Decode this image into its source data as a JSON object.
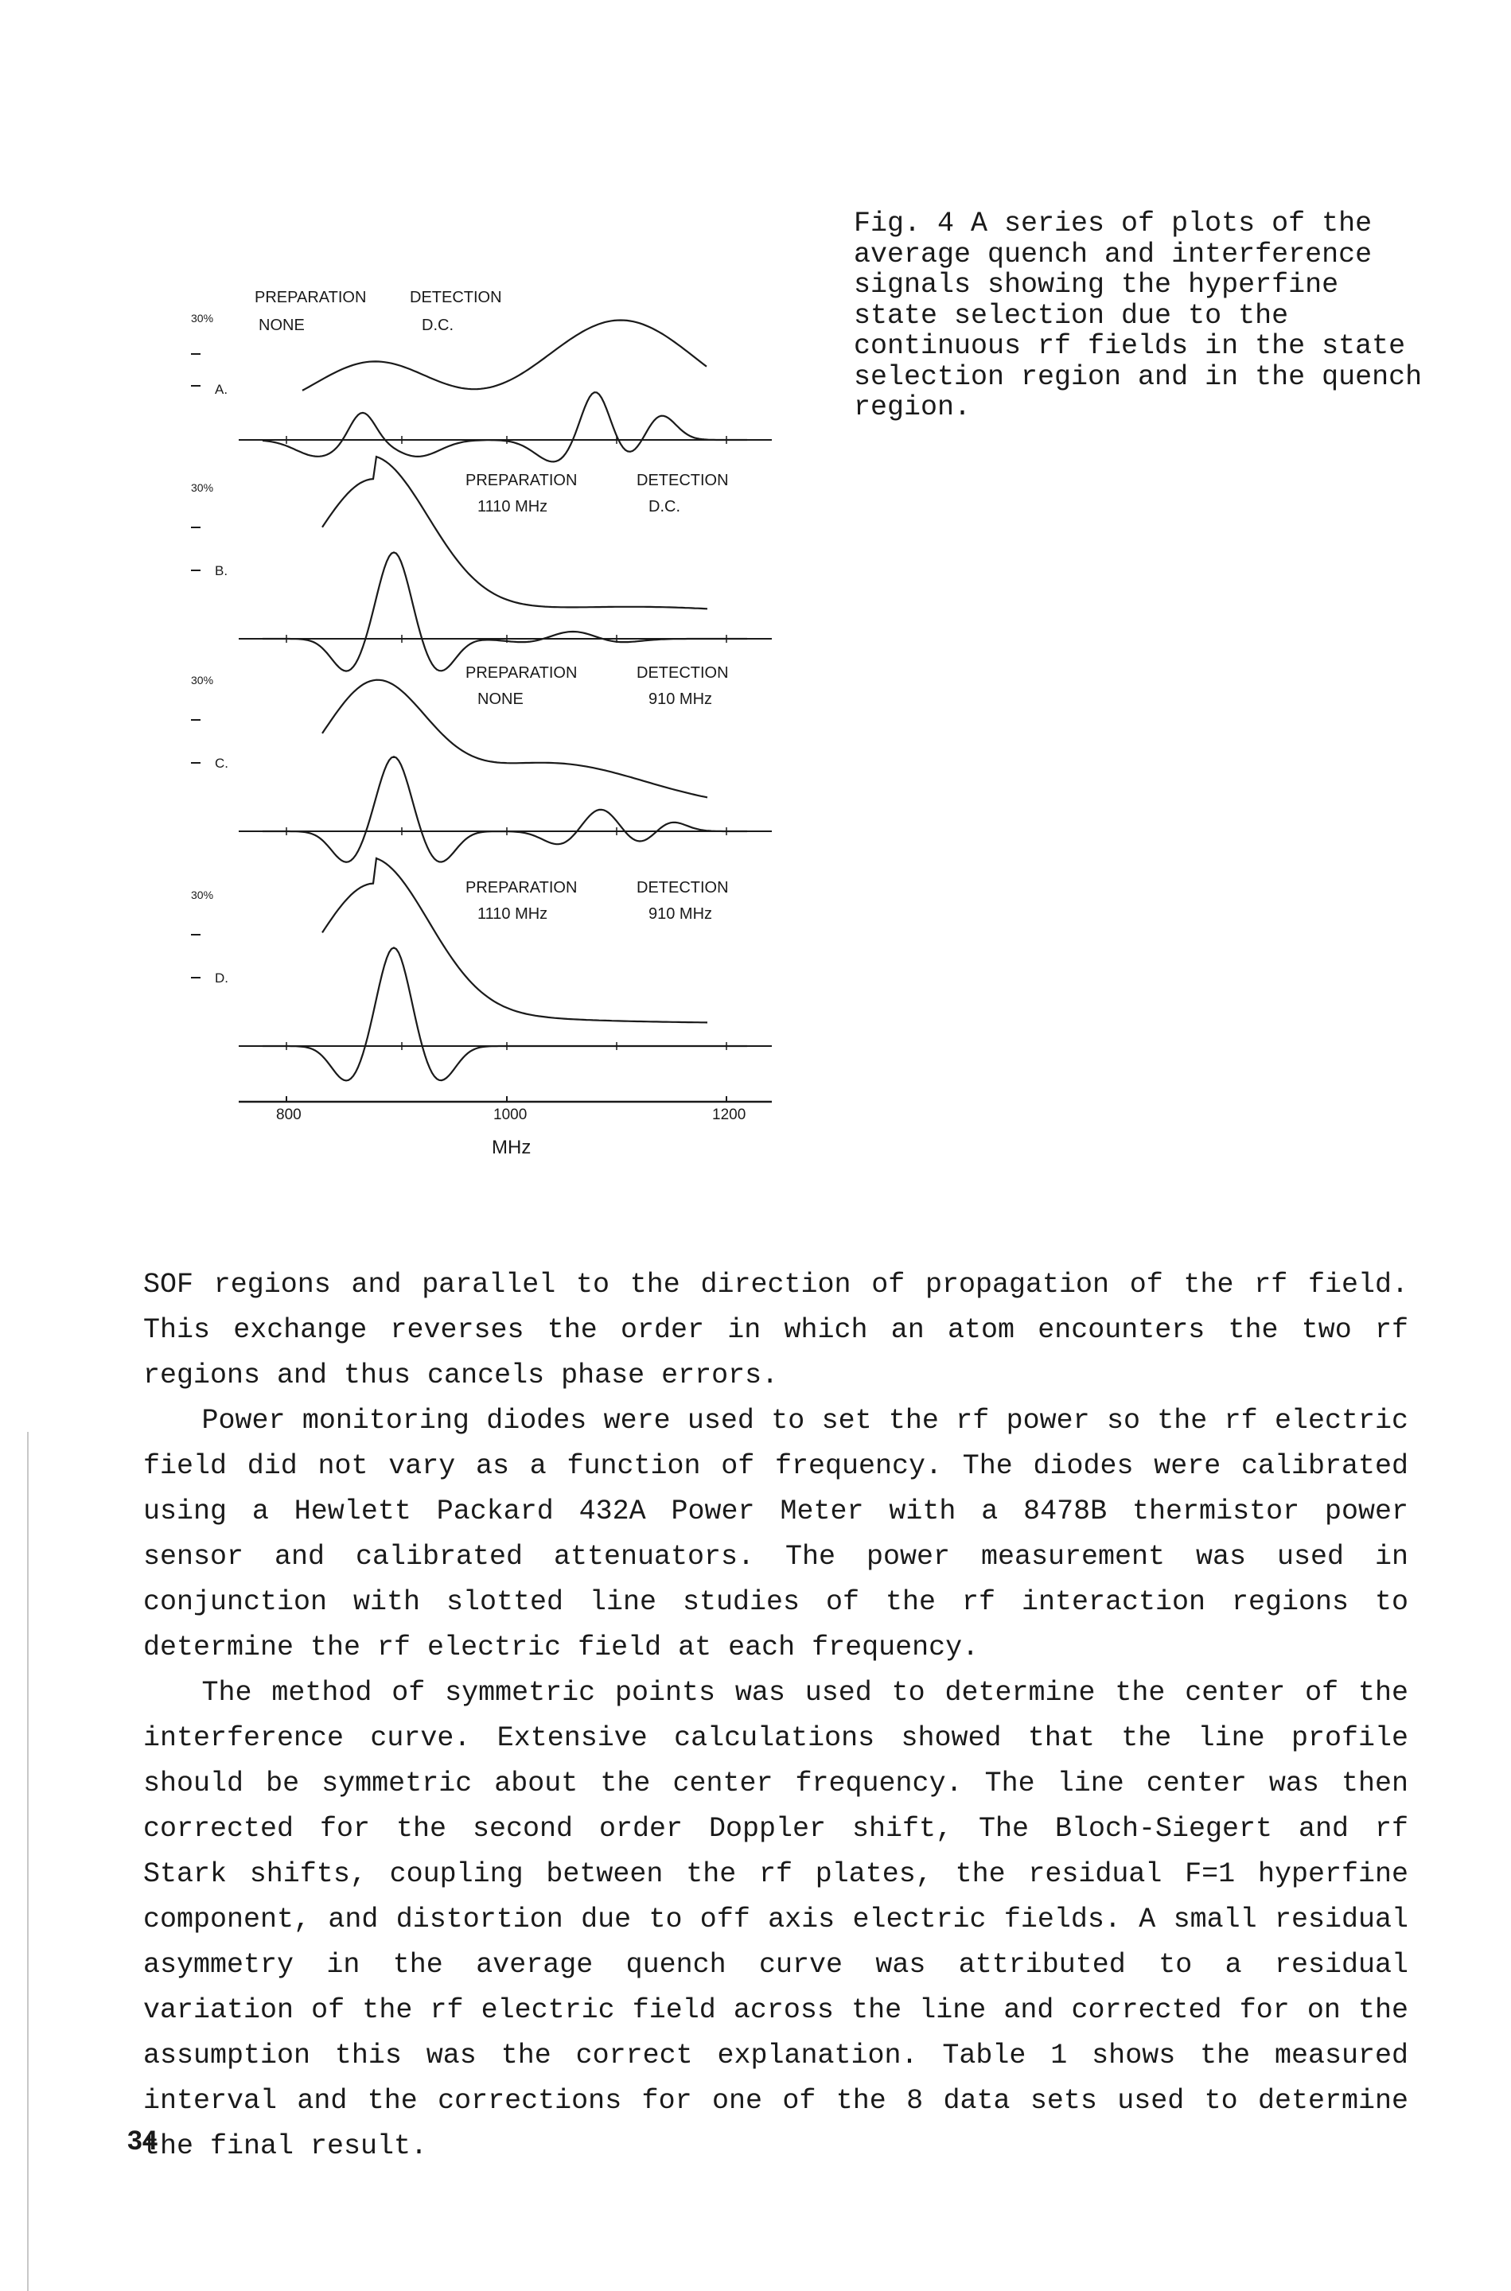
{
  "figure": {
    "caption": "Fig. 4  A series of plots of the average quench and interference signals showing the hyperfine state selection due to the continuous rf fields in the state selection region and in the quench region.",
    "x_unit": "MHz",
    "x_ticks": [
      "800",
      "1000",
      "1200"
    ],
    "panels": [
      {
        "letter": "A.",
        "scale": "30%",
        "prep_label": "PREPARATION",
        "prep_value": "NONE",
        "det_label": "DETECTION",
        "det_value": "D.C."
      },
      {
        "letter": "B.",
        "scale": "30%",
        "prep_label": "PREPARATION",
        "prep_value": "1110 MHz",
        "det_label": "DETECTION",
        "det_value": "D.C."
      },
      {
        "letter": "C.",
        "scale": "30%",
        "prep_label": "PREPARATION",
        "prep_value": "NONE",
        "det_label": "DETECTION",
        "det_value": "910 MHz"
      },
      {
        "letter": "D.",
        "scale": "30%",
        "prep_label": "PREPARATION",
        "prep_value": "1110 MHz",
        "det_label": "DETECTION",
        "det_value": "910 MHz"
      }
    ]
  },
  "body": {
    "paragraphs": [
      "SOF regions and parallel to the direction of propagation of the rf field. This exchange reverses the order in which an atom encounters the two rf regions and thus cancels phase errors.",
      "Power monitoring diodes were used to set the rf power so the rf electric field did not vary as a function of frequency. The diodes were calibrated using a Hewlett Packard 432A Power Meter with a 8478B thermistor power sensor and calibrated attenuators. The power measurement was used in conjunction with slotted line studies of the rf interaction regions to determine the rf electric field at each frequency.",
      "The method of symmetric points was used to determine the center of the interference curve. Extensive calculations showed that the line profile should be symmetric about the center frequency. The line center was then corrected for the second order Doppler shift, The Bloch-Siegert and rf Stark shifts, coupling between the rf plates, the residual F=1 hyperfine component, and distortion due to off axis electric fields. A small residual asymmetry in the average quench curve was attributed to a residual variation of the rf electric field across the line and corrected for on the assumption this was the correct explanation. Table 1 shows the measured interval and the corrections for one of the 8 data sets used to determine the final result."
    ]
  },
  "page_number": "34"
}
